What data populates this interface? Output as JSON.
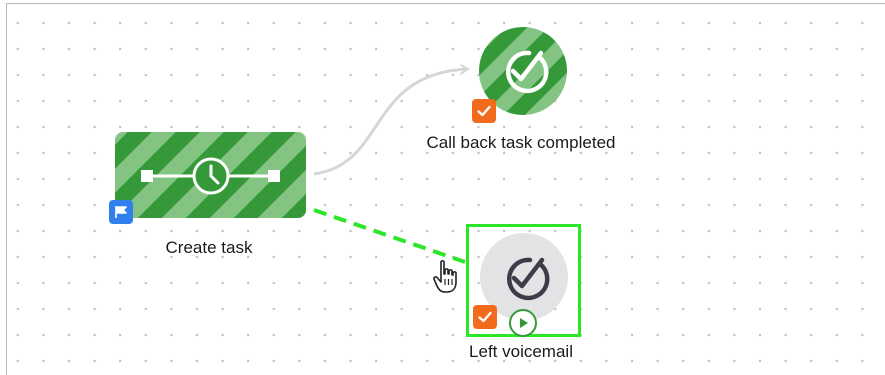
{
  "workflow": {
    "nodes": {
      "create_task": {
        "label": "Create task",
        "icon": "clock-icon",
        "badge_icon": "flag-icon",
        "color": "#35993a"
      },
      "callback": {
        "label": "Call back task completed",
        "icon": "check-circle-icon",
        "badge_icon": "checkmark-icon",
        "color": "#35993a"
      },
      "voicemail": {
        "label": "Left voicemail",
        "icon": "check-circle-icon",
        "badge_icon": "checkmark-icon",
        "status_icon": "play-icon",
        "selected": true
      }
    },
    "connectors": [
      {
        "from": "Create task",
        "to": "Call back task completed",
        "style": "solid",
        "color": "#d6d6d6"
      },
      {
        "from": "Create task",
        "to": "Left voicemail",
        "style": "dashed",
        "color": "#2ee629"
      }
    ]
  },
  "colors": {
    "accent_green": "#35993a",
    "light_green": "#84c483",
    "selection": "#2ee629",
    "badge_orange": "#f26a1b",
    "badge_blue": "#2f80ed"
  }
}
